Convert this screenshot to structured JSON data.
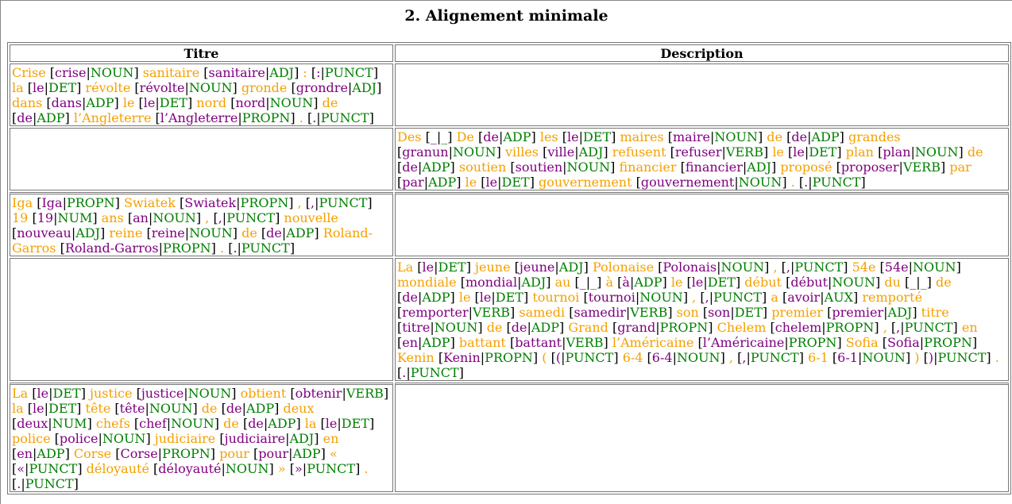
{
  "heading": "2. Alignement minimale",
  "columns": [
    "Titre",
    "Description"
  ],
  "colors": {
    "word": "#f5a000",
    "lemma": "#800080",
    "pos": "#008000"
  },
  "rows": [
    {
      "col": 0,
      "tokens": [
        {
          "w": "Crise",
          "l": "crise",
          "p": "NOUN"
        },
        {
          "w": "sanitaire",
          "l": "sanitaire",
          "p": "ADJ"
        },
        {
          "w": ":",
          "l": ":",
          "p": "PUNCT"
        },
        {
          "w": "la",
          "l": "le",
          "p": "DET"
        },
        {
          "w": "révolte",
          "l": "révolte",
          "p": "NOUN"
        },
        {
          "w": "gronde",
          "l": "grondre",
          "p": "ADJ"
        },
        {
          "w": "dans",
          "l": "dans",
          "p": "ADP"
        },
        {
          "w": "le",
          "l": "le",
          "p": "DET"
        },
        {
          "w": "nord",
          "l": "nord",
          "p": "NOUN"
        },
        {
          "w": "de",
          "l": "de",
          "p": "ADP"
        },
        {
          "w": "l’Angleterre",
          "l": "l’Angleterre",
          "p": "PROPN"
        },
        {
          "w": ".",
          "l": ".",
          "p": "PUNCT"
        }
      ]
    },
    {
      "col": 1,
      "tokens": [
        {
          "w": "Des",
          "l": "_",
          "p": "_"
        },
        {
          "w": "De",
          "l": "de",
          "p": "ADP"
        },
        {
          "w": "les",
          "l": "le",
          "p": "DET"
        },
        {
          "w": "maires",
          "l": "maire",
          "p": "NOUN"
        },
        {
          "w": "de",
          "l": "de",
          "p": "ADP"
        },
        {
          "w": "grandes",
          "l": "granun",
          "p": "NOUN"
        },
        {
          "w": "villes",
          "l": "ville",
          "p": "ADJ"
        },
        {
          "w": "refusent",
          "l": "refuser",
          "p": "VERB"
        },
        {
          "w": "le",
          "l": "le",
          "p": "DET"
        },
        {
          "w": "plan",
          "l": "plan",
          "p": "NOUN"
        },
        {
          "w": "de",
          "l": "de",
          "p": "ADP"
        },
        {
          "w": "soutien",
          "l": "soutien",
          "p": "NOUN"
        },
        {
          "w": "financier",
          "l": "financier",
          "p": "ADJ"
        },
        {
          "w": "proposé",
          "l": "proposer",
          "p": "VERB"
        },
        {
          "w": "par",
          "l": "par",
          "p": "ADP"
        },
        {
          "w": "le",
          "l": "le",
          "p": "DET"
        },
        {
          "w": "gouvernement",
          "l": "gouvernement",
          "p": "NOUN"
        },
        {
          "w": ".",
          "l": ".",
          "p": "PUNCT"
        }
      ]
    },
    {
      "col": 0,
      "tokens": [
        {
          "w": "Iga",
          "l": "Iga",
          "p": "PROPN"
        },
        {
          "w": "Swiatek",
          "l": "Swiatek",
          "p": "PROPN"
        },
        {
          "w": ",",
          "l": ",",
          "p": "PUNCT"
        },
        {
          "w": "19",
          "l": "19",
          "p": "NUM"
        },
        {
          "w": "ans",
          "l": "an",
          "p": "NOUN"
        },
        {
          "w": ",",
          "l": ",",
          "p": "PUNCT"
        },
        {
          "w": "nouvelle",
          "l": "nouveau",
          "p": "ADJ"
        },
        {
          "w": "reine",
          "l": "reine",
          "p": "NOUN"
        },
        {
          "w": "de",
          "l": "de",
          "p": "ADP"
        },
        {
          "w": "Roland-Garros",
          "l": "Roland-Garros",
          "p": "PROPN"
        },
        {
          "w": ".",
          "l": ".",
          "p": "PUNCT"
        }
      ]
    },
    {
      "col": 1,
      "tokens": [
        {
          "w": "La",
          "l": "le",
          "p": "DET"
        },
        {
          "w": "jeune",
          "l": "jeune",
          "p": "ADJ"
        },
        {
          "w": "Polonaise",
          "l": "Polonais",
          "p": "NOUN"
        },
        {
          "w": ",",
          "l": ",",
          "p": "PUNCT"
        },
        {
          "w": "54e",
          "l": "54e",
          "p": "NOUN"
        },
        {
          "w": "mondiale",
          "l": "mondial",
          "p": "ADJ"
        },
        {
          "w": "au",
          "l": "_",
          "p": "_"
        },
        {
          "w": "à",
          "l": "à",
          "p": "ADP"
        },
        {
          "w": "le",
          "l": "le",
          "p": "DET"
        },
        {
          "w": "début",
          "l": "début",
          "p": "NOUN"
        },
        {
          "w": "du",
          "l": "_",
          "p": "_"
        },
        {
          "w": "de",
          "l": "de",
          "p": "ADP"
        },
        {
          "w": "le",
          "l": "le",
          "p": "DET"
        },
        {
          "w": "tournoi",
          "l": "tournoi",
          "p": "NOUN"
        },
        {
          "w": ",",
          "l": ",",
          "p": "PUNCT"
        },
        {
          "w": "a",
          "l": "avoir",
          "p": "AUX"
        },
        {
          "w": "remporté",
          "l": "remporter",
          "p": "VERB"
        },
        {
          "w": "samedi",
          "l": "samedir",
          "p": "VERB"
        },
        {
          "w": "son",
          "l": "son",
          "p": "DET"
        },
        {
          "w": "premier",
          "l": "premier",
          "p": "ADJ"
        },
        {
          "w": "titre",
          "l": "titre",
          "p": "NOUN"
        },
        {
          "w": "de",
          "l": "de",
          "p": "ADP"
        },
        {
          "w": "Grand",
          "l": "grand",
          "p": "PROPN"
        },
        {
          "w": "Chelem",
          "l": "chelem",
          "p": "PROPN"
        },
        {
          "w": ",",
          "l": ",",
          "p": "PUNCT"
        },
        {
          "w": "en",
          "l": "en",
          "p": "ADP"
        },
        {
          "w": "battant",
          "l": "battant",
          "p": "VERB"
        },
        {
          "w": "l’Américaine",
          "l": "l’Américaine",
          "p": "PROPN"
        },
        {
          "w": "Sofia",
          "l": "Sofia",
          "p": "PROPN"
        },
        {
          "w": "Kenin",
          "l": "Kenin",
          "p": "PROPN"
        },
        {
          "w": "(",
          "l": "(",
          "p": "PUNCT"
        },
        {
          "w": "6-4",
          "l": "6-4",
          "p": "NOUN"
        },
        {
          "w": ",",
          "l": ",",
          "p": "PUNCT"
        },
        {
          "w": "6-1",
          "l": "6-1",
          "p": "NOUN"
        },
        {
          "w": ")",
          "l": ")",
          "p": "PUNCT"
        },
        {
          "w": ".",
          "l": ".",
          "p": "PUNCT"
        }
      ]
    },
    {
      "col": 0,
      "tokens": [
        {
          "w": "La",
          "l": "le",
          "p": "DET"
        },
        {
          "w": "justice",
          "l": "justice",
          "p": "NOUN"
        },
        {
          "w": "obtient",
          "l": "obtenir",
          "p": "VERB"
        },
        {
          "w": "la",
          "l": "le",
          "p": "DET"
        },
        {
          "w": "tête",
          "l": "tête",
          "p": "NOUN"
        },
        {
          "w": "de",
          "l": "de",
          "p": "ADP"
        },
        {
          "w": "deux",
          "l": "deux",
          "p": "NUM"
        },
        {
          "w": "chefs",
          "l": "chef",
          "p": "NOUN"
        },
        {
          "w": "de",
          "l": "de",
          "p": "ADP"
        },
        {
          "w": "la",
          "l": "le",
          "p": "DET"
        },
        {
          "w": "police",
          "l": "police",
          "p": "NOUN"
        },
        {
          "w": "judiciaire",
          "l": "judiciaire",
          "p": "ADJ"
        },
        {
          "w": "en",
          "l": "en",
          "p": "ADP"
        },
        {
          "w": "Corse",
          "l": "Corse",
          "p": "PROPN"
        },
        {
          "w": "pour",
          "l": "pour",
          "p": "ADP"
        },
        {
          "w": "«",
          "l": "«",
          "p": "PUNCT"
        },
        {
          "w": "déloyauté",
          "l": "déloyauté",
          "p": "NOUN"
        },
        {
          "w": "»",
          "l": "»",
          "p": "PUNCT"
        },
        {
          "w": ".",
          "l": ".",
          "p": "PUNCT"
        }
      ]
    }
  ]
}
